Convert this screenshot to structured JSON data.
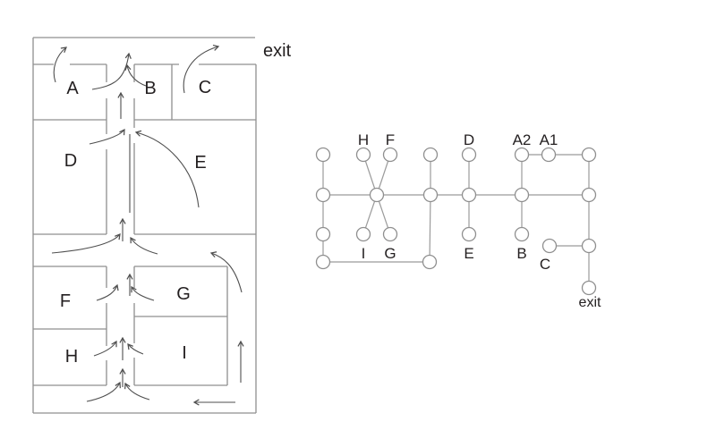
{
  "floorplan": {
    "rooms": {
      "A": "A",
      "B": "B",
      "C": "C",
      "D": "D",
      "E": "E",
      "F": "F",
      "G": "G",
      "H": "H",
      "I": "I"
    },
    "exit_label": "exit"
  },
  "graph": {
    "nodes": [
      {
        "id": "tl"
      },
      {
        "id": "ml"
      },
      {
        "id": "l3"
      },
      {
        "id": "bl"
      },
      {
        "id": "H",
        "label": "H"
      },
      {
        "id": "F",
        "label": "F"
      },
      {
        "id": "hub"
      },
      {
        "id": "I",
        "label": "I"
      },
      {
        "id": "G",
        "label": "G"
      },
      {
        "id": "t4"
      },
      {
        "id": "m4"
      },
      {
        "id": "b4"
      },
      {
        "id": "D",
        "label": "D"
      },
      {
        "id": "m5"
      },
      {
        "id": "E",
        "label": "E"
      },
      {
        "id": "A2",
        "label": "A2"
      },
      {
        "id": "A1",
        "label": "A1"
      },
      {
        "id": "m6"
      },
      {
        "id": "B",
        "label": "B"
      },
      {
        "id": "tr"
      },
      {
        "id": "mr"
      },
      {
        "id": "r3"
      },
      {
        "id": "C",
        "label": "C"
      },
      {
        "id": "exit",
        "label": "exit"
      }
    ],
    "edges": [
      [
        "tl",
        "ml"
      ],
      [
        "ml",
        "l3"
      ],
      [
        "l3",
        "bl"
      ],
      [
        "ml",
        "hub"
      ],
      [
        "hub",
        "m4"
      ],
      [
        "m4",
        "m5"
      ],
      [
        "m5",
        "m6"
      ],
      [
        "m6",
        "mr"
      ],
      [
        "hub",
        "H"
      ],
      [
        "hub",
        "F"
      ],
      [
        "hub",
        "I"
      ],
      [
        "hub",
        "G"
      ],
      [
        "t4",
        "m4"
      ],
      [
        "m4",
        "b4"
      ],
      [
        "bl",
        "b4"
      ],
      [
        "D",
        "m5"
      ],
      [
        "m5",
        "E"
      ],
      [
        "A2",
        "A1"
      ],
      [
        "A1",
        "tr"
      ],
      [
        "A2",
        "m6"
      ],
      [
        "m6",
        "B"
      ],
      [
        "tr",
        "mr"
      ],
      [
        "mr",
        "r3"
      ],
      [
        "C",
        "r3"
      ],
      [
        "r3",
        "exit"
      ]
    ]
  },
  "colors": {
    "background": "#ffffff",
    "wall": "#8f8f8f",
    "arrow": "#4f4f4f",
    "graph_line": "#9b9b9b",
    "node_fill": "#ffffff",
    "text": "#231f20"
  }
}
